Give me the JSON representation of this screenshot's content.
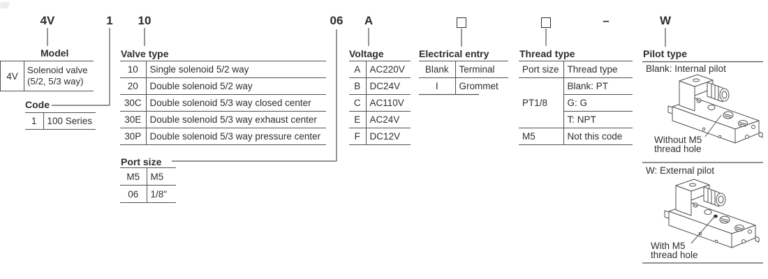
{
  "ink_color": "#2d2d2d",
  "line_color": "#4f4f4f",
  "order_code": {
    "model": "4V",
    "series": "1",
    "valve_type": "10",
    "port_size": "06",
    "voltage": "A",
    "separator": "–",
    "pilot": "W"
  },
  "model_section": {
    "heading": "Model",
    "code": "4V",
    "desc": "Solenoid valve (5/2, 5/3 way)"
  },
  "code_section": {
    "heading": "Code",
    "code": "1",
    "desc": "100 Series"
  },
  "valve_type_section": {
    "heading": "Valve type",
    "rows": [
      [
        "10",
        "Single solenoid 5/2 way"
      ],
      [
        "20",
        "Double solenoid 5/2 way"
      ],
      [
        "30C",
        "Double solenoid 5/3 way closed center"
      ],
      [
        "30E",
        "Double solenoid 5/3 way exhaust center"
      ],
      [
        "30P",
        "Double solenoid 5/3 way pressure center"
      ]
    ]
  },
  "port_size_section": {
    "heading": "Port size",
    "rows": [
      [
        "M5",
        "M5"
      ],
      [
        "06",
        "1/8\""
      ]
    ]
  },
  "voltage_section": {
    "heading": "Voltage",
    "rows": [
      [
        "A",
        "AC220V"
      ],
      [
        "B",
        "DC24V"
      ],
      [
        "C",
        "AC110V"
      ],
      [
        "E",
        "AC24V"
      ],
      [
        "F",
        "DC12V"
      ]
    ]
  },
  "electrical_entry_section": {
    "heading": "Electrical entry",
    "rows": [
      [
        "Blank",
        "Terminal"
      ],
      [
        "I",
        "Grommet"
      ]
    ]
  },
  "thread_type_section": {
    "heading": "Thread type",
    "col_headers": [
      "Port size",
      "Thread type"
    ],
    "pt_group": {
      "code": "PT1/8",
      "options": [
        "Blank: PT",
        "G: G",
        "T: NPT"
      ]
    },
    "m5_row": [
      "M5",
      "Not this code"
    ]
  },
  "pilot_type_section": {
    "heading": "Pilot type",
    "internal_label": "Blank: Internal pilot",
    "internal_note_line1": "Without M5",
    "internal_note_line2": "thread hole",
    "external_label": "W: External pilot",
    "external_note_line1": "With M5",
    "external_note_line2": "thread hole"
  }
}
